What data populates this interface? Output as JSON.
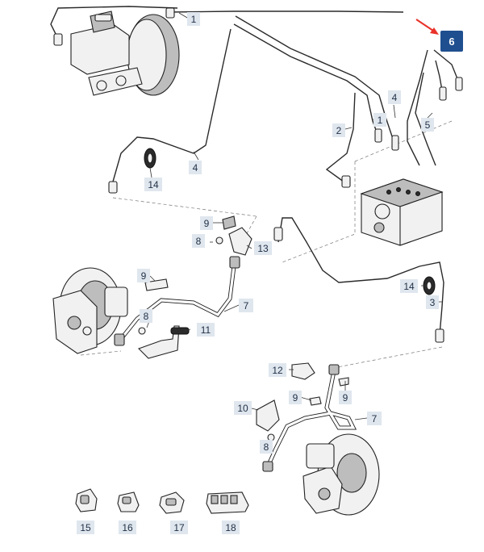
{
  "diagram": {
    "callouts": [
      {
        "id": "c1a",
        "label": "1"
      },
      {
        "id": "c1b",
        "label": "1"
      },
      {
        "id": "c2",
        "label": "2"
      },
      {
        "id": "c3",
        "label": "3"
      },
      {
        "id": "c4a",
        "label": "4"
      },
      {
        "id": "c4b",
        "label": "4"
      },
      {
        "id": "c5",
        "label": "5"
      },
      {
        "id": "c6",
        "label": "6"
      },
      {
        "id": "c7a",
        "label": "7"
      },
      {
        "id": "c7b",
        "label": "7"
      },
      {
        "id": "c8a",
        "label": "8"
      },
      {
        "id": "c8b",
        "label": "8"
      },
      {
        "id": "c8c",
        "label": "8"
      },
      {
        "id": "c9a",
        "label": "9"
      },
      {
        "id": "c9b",
        "label": "9"
      },
      {
        "id": "c9c",
        "label": "9"
      },
      {
        "id": "c9d",
        "label": "9"
      },
      {
        "id": "c10",
        "label": "10"
      },
      {
        "id": "c11",
        "label": "11"
      },
      {
        "id": "c12",
        "label": "12"
      },
      {
        "id": "c13",
        "label": "13"
      },
      {
        "id": "c14a",
        "label": "14"
      },
      {
        "id": "c14b",
        "label": "14"
      },
      {
        "id": "c15",
        "label": "15"
      },
      {
        "id": "c16",
        "label": "16"
      },
      {
        "id": "c17",
        "label": "17"
      },
      {
        "id": "c18",
        "label": "18"
      }
    ],
    "highlight": {
      "callout": "c6",
      "box_color": "#1f4f8f",
      "text_color": "#ffffff",
      "arrow_color": "#e8322b"
    },
    "colors": {
      "callout_box": "#dfe6ee",
      "callout_text": "#1f2f45",
      "line": "#2a2a2a"
    }
  }
}
